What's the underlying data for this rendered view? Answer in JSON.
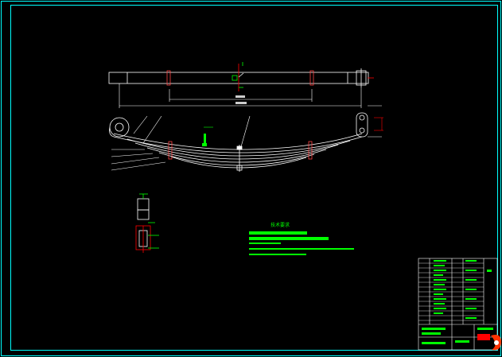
{
  "drawing": {
    "background": "#000000",
    "line_color": "#ffffff",
    "frame_color": "#00ffff",
    "annotation_color": "#00ff00",
    "dimension_color": "#ff0000"
  },
  "notes": {
    "title": "技术要求",
    "lines": [
      "1.",
      "2.",
      "3."
    ]
  },
  "title_block": {
    "rows": 14,
    "cols": 4
  },
  "icons": {
    "logo": "red-logo-icon"
  }
}
